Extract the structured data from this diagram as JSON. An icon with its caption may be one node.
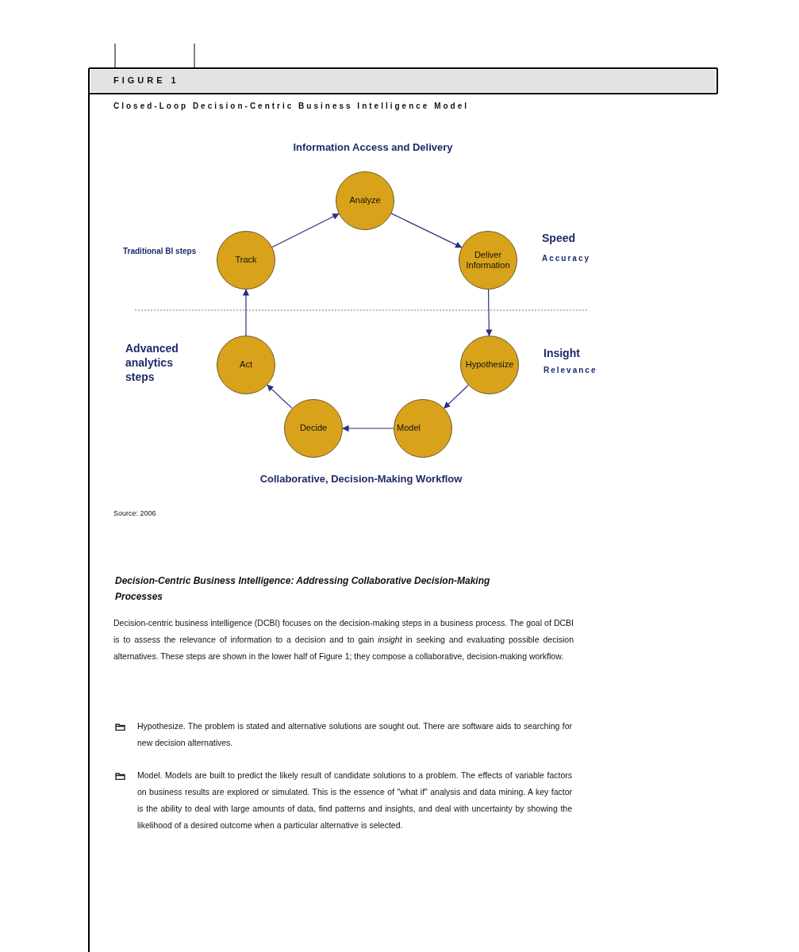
{
  "diagram": {
    "title": "Closed-Loop Decision-Centric Business Intelligence Model",
    "nodes": [
      {
        "text": [
          "Analyze"
        ]
      },
      {
        "text": [
          "Track"
        ]
      },
      {
        "text": [
          "Deliver Information"
        ]
      },
      {
        "text": [
          "Act"
        ]
      },
      {
        "text": [
          "Hypothesize"
        ]
      },
      {
        "text": [
          "Decide"
        ]
      },
      {
        "text": [
          "Model"
        ]
      }
    ],
    "edges": [
      {
        "from": 1,
        "to": 0,
        "arrow": "to"
      },
      {
        "from": 0,
        "to": 2,
        "arrow": "to"
      },
      {
        "from": 2,
        "to": 4,
        "arrow": "to"
      },
      {
        "from": 4,
        "to": 6,
        "arrow": "to"
      },
      {
        "from": 6,
        "to": 5,
        "arrow": "to"
      },
      {
        "from": 5,
        "to": 3,
        "arrow": "to"
      },
      {
        "from": 3,
        "to": 1,
        "arrow": "to"
      }
    ],
    "labels": [
      "FIGURE 1",
      "Information Access and Delivery",
      "Traditional BI steps",
      "Speed",
      "Accuracy",
      "Advanced analytics steps",
      "Insight",
      "Relevance",
      "Collaborative, Decision-Making Workflow",
      "Source: 2006",
      "Decision-Centric Business Intelligence: Addressing Collaborative Decision-Making Processes",
      "Decision-centric business intelligence (DCBI) focuses on the decision-making steps in a business process. The goal of DCBI is to assess the relevance of information to a decision and to gain *insight* in seeking and evaluating possible decision alternatives. These steps are shown in the lower half of Figure 1; they compose a collaborative, decision-making workflow.",
      "Hypothesize. The problem is stated and alternative solutions are sought out. There are software aids to searching for new decision alternatives.",
      "Model. Models are built to predict the likely result of candidate solutions to a problem. The effects of variable factors on business results are explored or simulated. This is the essence of \"what if\" analysis and data mining. A key factor is the ability to deal with large amounts of data, find patterns and insights, and deal with uncertainty by showing the likelihood of a desired outcome when a particular alternative is selected."
    ]
  }
}
